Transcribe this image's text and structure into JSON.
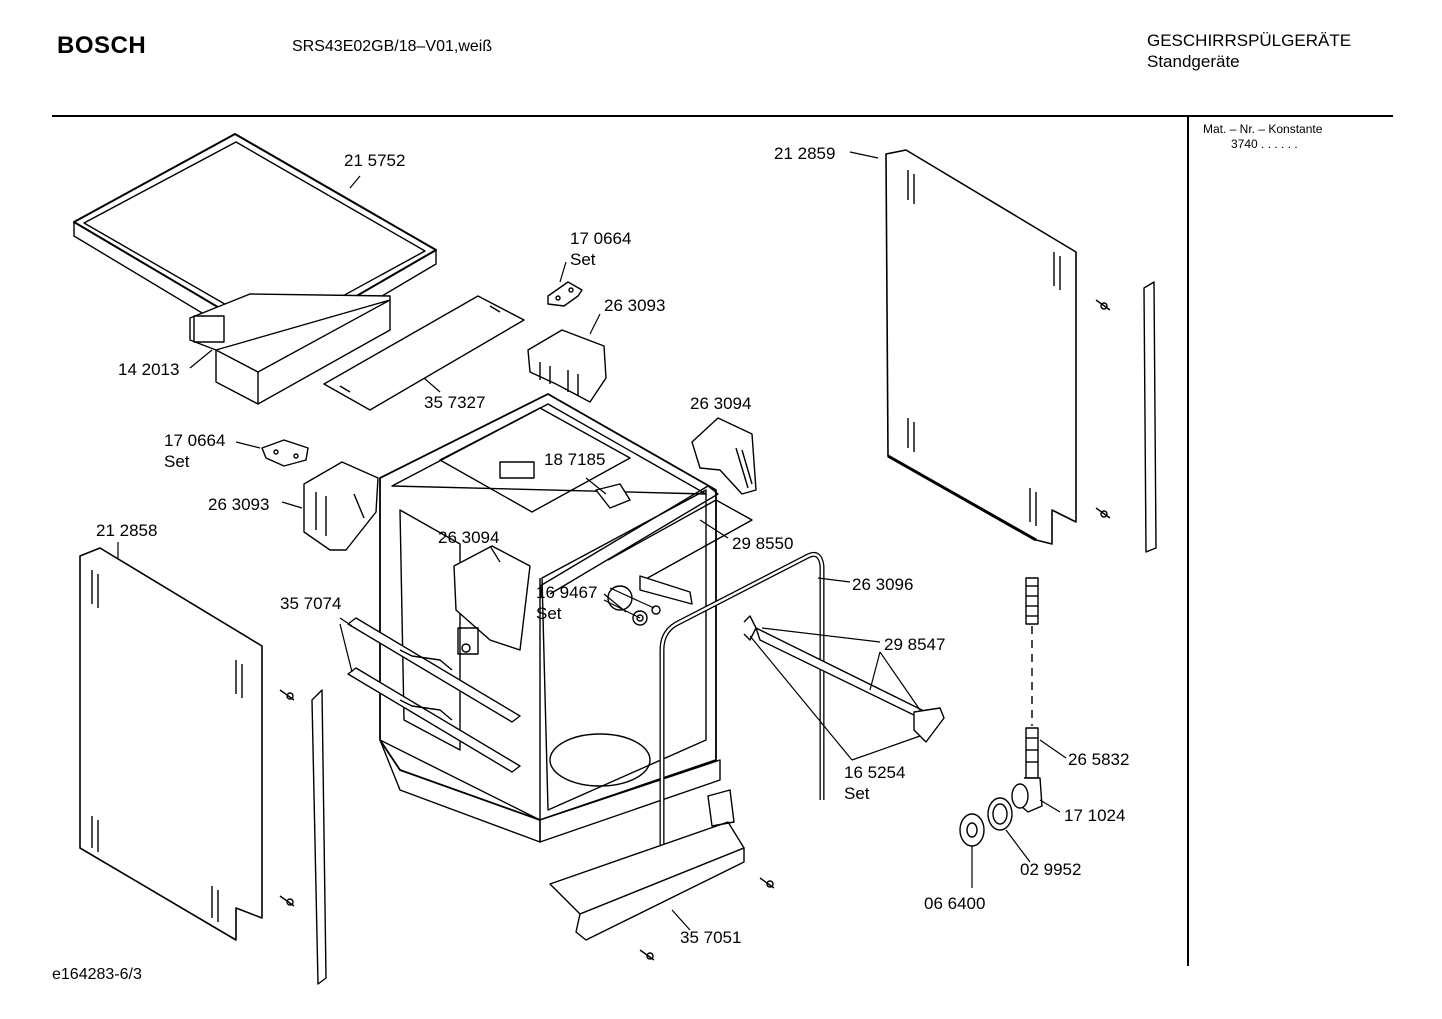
{
  "header": {
    "brand": "BOSCH",
    "model": "SRS43E02GB/18–V01,weiß",
    "category": "GESCHIRRSPÜLGERÄTE",
    "subcategory": "Standgeräte"
  },
  "sidebar": {
    "constant_label": "Mat. – Nr. – Konstante",
    "constant_value": "3740  .  .   .  .  .  ."
  },
  "footer": {
    "drawing_id": "e164283-6/3"
  },
  "parts": {
    "p215752": "21 5752",
    "p142013": "14 2013",
    "p170664a": "17 0664",
    "p170664a_set": "Set",
    "p357327": "35 7327",
    "p263093a": "26 3093",
    "p212859": "21 2859",
    "p263094a": "26 3094",
    "p170664b": "17 0664",
    "p170664b_set": "Set",
    "p187185": "18 7185",
    "p263093b": "26 3093",
    "p298550": "29 8550",
    "p212858": "21 2858",
    "p263094b": "26 3094",
    "p169467": "16 9467",
    "p169467_set": "Set",
    "p263096": "26 3096",
    "p357074": "35 7074",
    "p298547": "29 8547",
    "p265832": "26 5832",
    "p165254": "16 5254",
    "p165254_set": "Set",
    "p171024": "17 1024",
    "p029952": "02 9952",
    "p066400": "06 6400",
    "p357051": "35 7051"
  }
}
